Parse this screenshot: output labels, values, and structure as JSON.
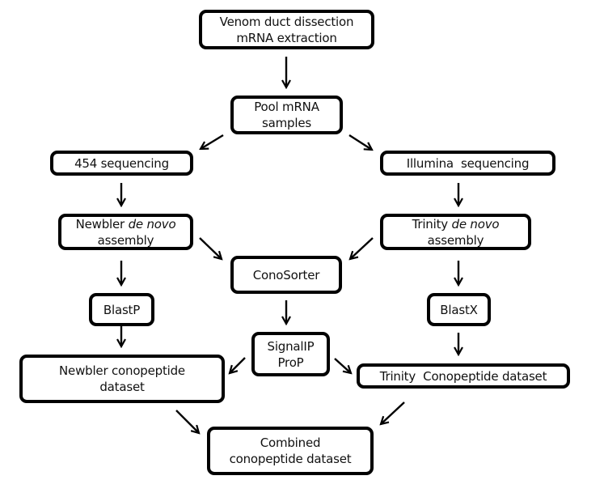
{
  "nodes": {
    "venom": {
      "line1": "Venom duct dissection",
      "line2": "mRNA extraction"
    },
    "pool": {
      "line1": "Pool mRNA",
      "line2": "samples"
    },
    "seq454": {
      "line1": "454 sequencing"
    },
    "illumina": {
      "line1": "Illumina  sequencing"
    },
    "newbler": {
      "line1_normal": "Newbler ",
      "line1_italic": "de novo",
      "line2": "assembly"
    },
    "trinity": {
      "line1_normal": "Trinity ",
      "line1_italic": "de novo",
      "line2": "assembly"
    },
    "conosorter": {
      "line1": "ConoSorter"
    },
    "blastp": {
      "line1": "BlastP"
    },
    "blastx": {
      "line1": "BlastX"
    },
    "signalip": {
      "line1": "SignalIP",
      "line2": "ProP"
    },
    "newbler_dataset": {
      "line1": "Newbler conopeptide",
      "line2": "dataset"
    },
    "trinity_dataset": {
      "line1": "Trinity  Conopeptide dataset"
    },
    "combined": {
      "line1": "Combined",
      "line2": "conopeptide dataset"
    }
  },
  "edges": [
    {
      "from": "venom",
      "to": "pool"
    },
    {
      "from": "pool",
      "to": "seq454"
    },
    {
      "from": "pool",
      "to": "illumina"
    },
    {
      "from": "seq454",
      "to": "newbler"
    },
    {
      "from": "illumina",
      "to": "trinity"
    },
    {
      "from": "newbler",
      "to": "conosorter"
    },
    {
      "from": "trinity",
      "to": "conosorter"
    },
    {
      "from": "newbler",
      "to": "blastp"
    },
    {
      "from": "trinity",
      "to": "blastx"
    },
    {
      "from": "conosorter",
      "to": "signalip"
    },
    {
      "from": "blastp",
      "to": "newbler_dataset"
    },
    {
      "from": "blastx",
      "to": "trinity_dataset"
    },
    {
      "from": "signalip",
      "to": "newbler_dataset"
    },
    {
      "from": "signalip",
      "to": "trinity_dataset"
    },
    {
      "from": "newbler_dataset",
      "to": "combined"
    },
    {
      "from": "trinity_dataset",
      "to": "combined"
    }
  ]
}
